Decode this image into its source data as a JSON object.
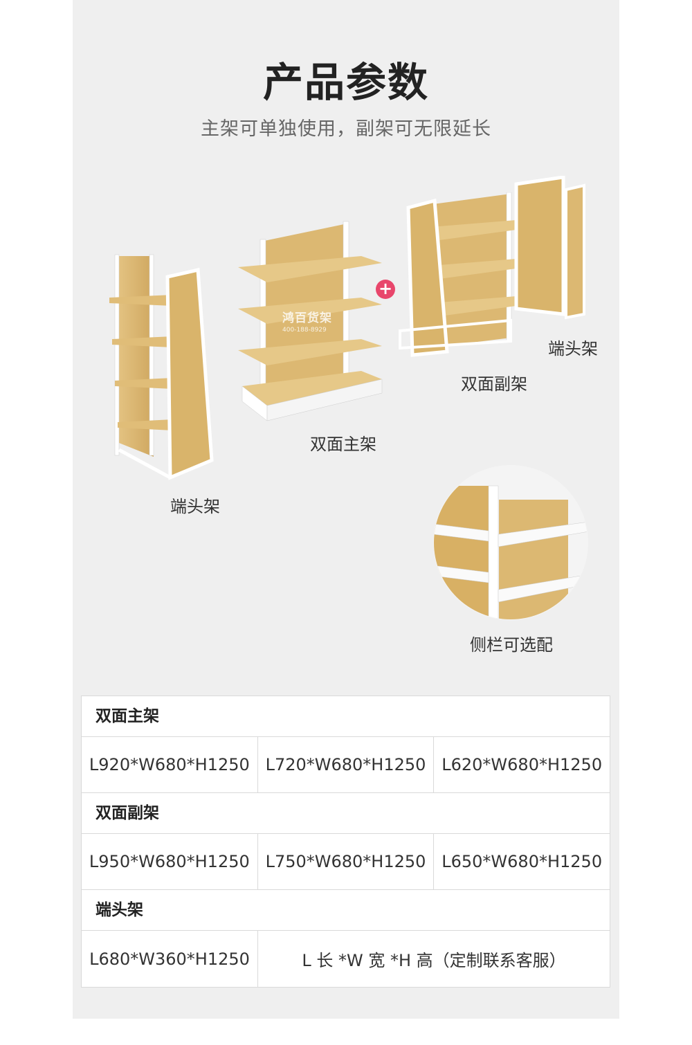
{
  "header": {
    "title": "产品参数",
    "subtitle": "主架可单独使用，副架可无限延长"
  },
  "products": {
    "end_left": "端头架",
    "double_main": "双面主架",
    "double_sub": "双面副架",
    "end_right": "端头架",
    "side_rail": "侧栏可选配"
  },
  "watermark": {
    "brand": "鸿百货架",
    "phone": "400-188-8929"
  },
  "colors": {
    "panel": "#efefef",
    "wood": "#dcb872",
    "frame": "#ffffff",
    "plus": "#e8466b"
  },
  "spec_table": {
    "sections": [
      {
        "title": "双面主架",
        "cells": [
          "L920*W680*H1250",
          "L720*W680*H1250",
          "L620*W680*H1250"
        ]
      },
      {
        "title": "双面副架",
        "cells": [
          "L950*W680*H1250",
          "L750*W680*H1250",
          "L650*W680*H1250"
        ]
      },
      {
        "title": "端头架",
        "cells": [
          "L680*W360*H1250",
          "L 长 *W 宽 *H 高（定制联系客服）"
        ]
      }
    ]
  }
}
